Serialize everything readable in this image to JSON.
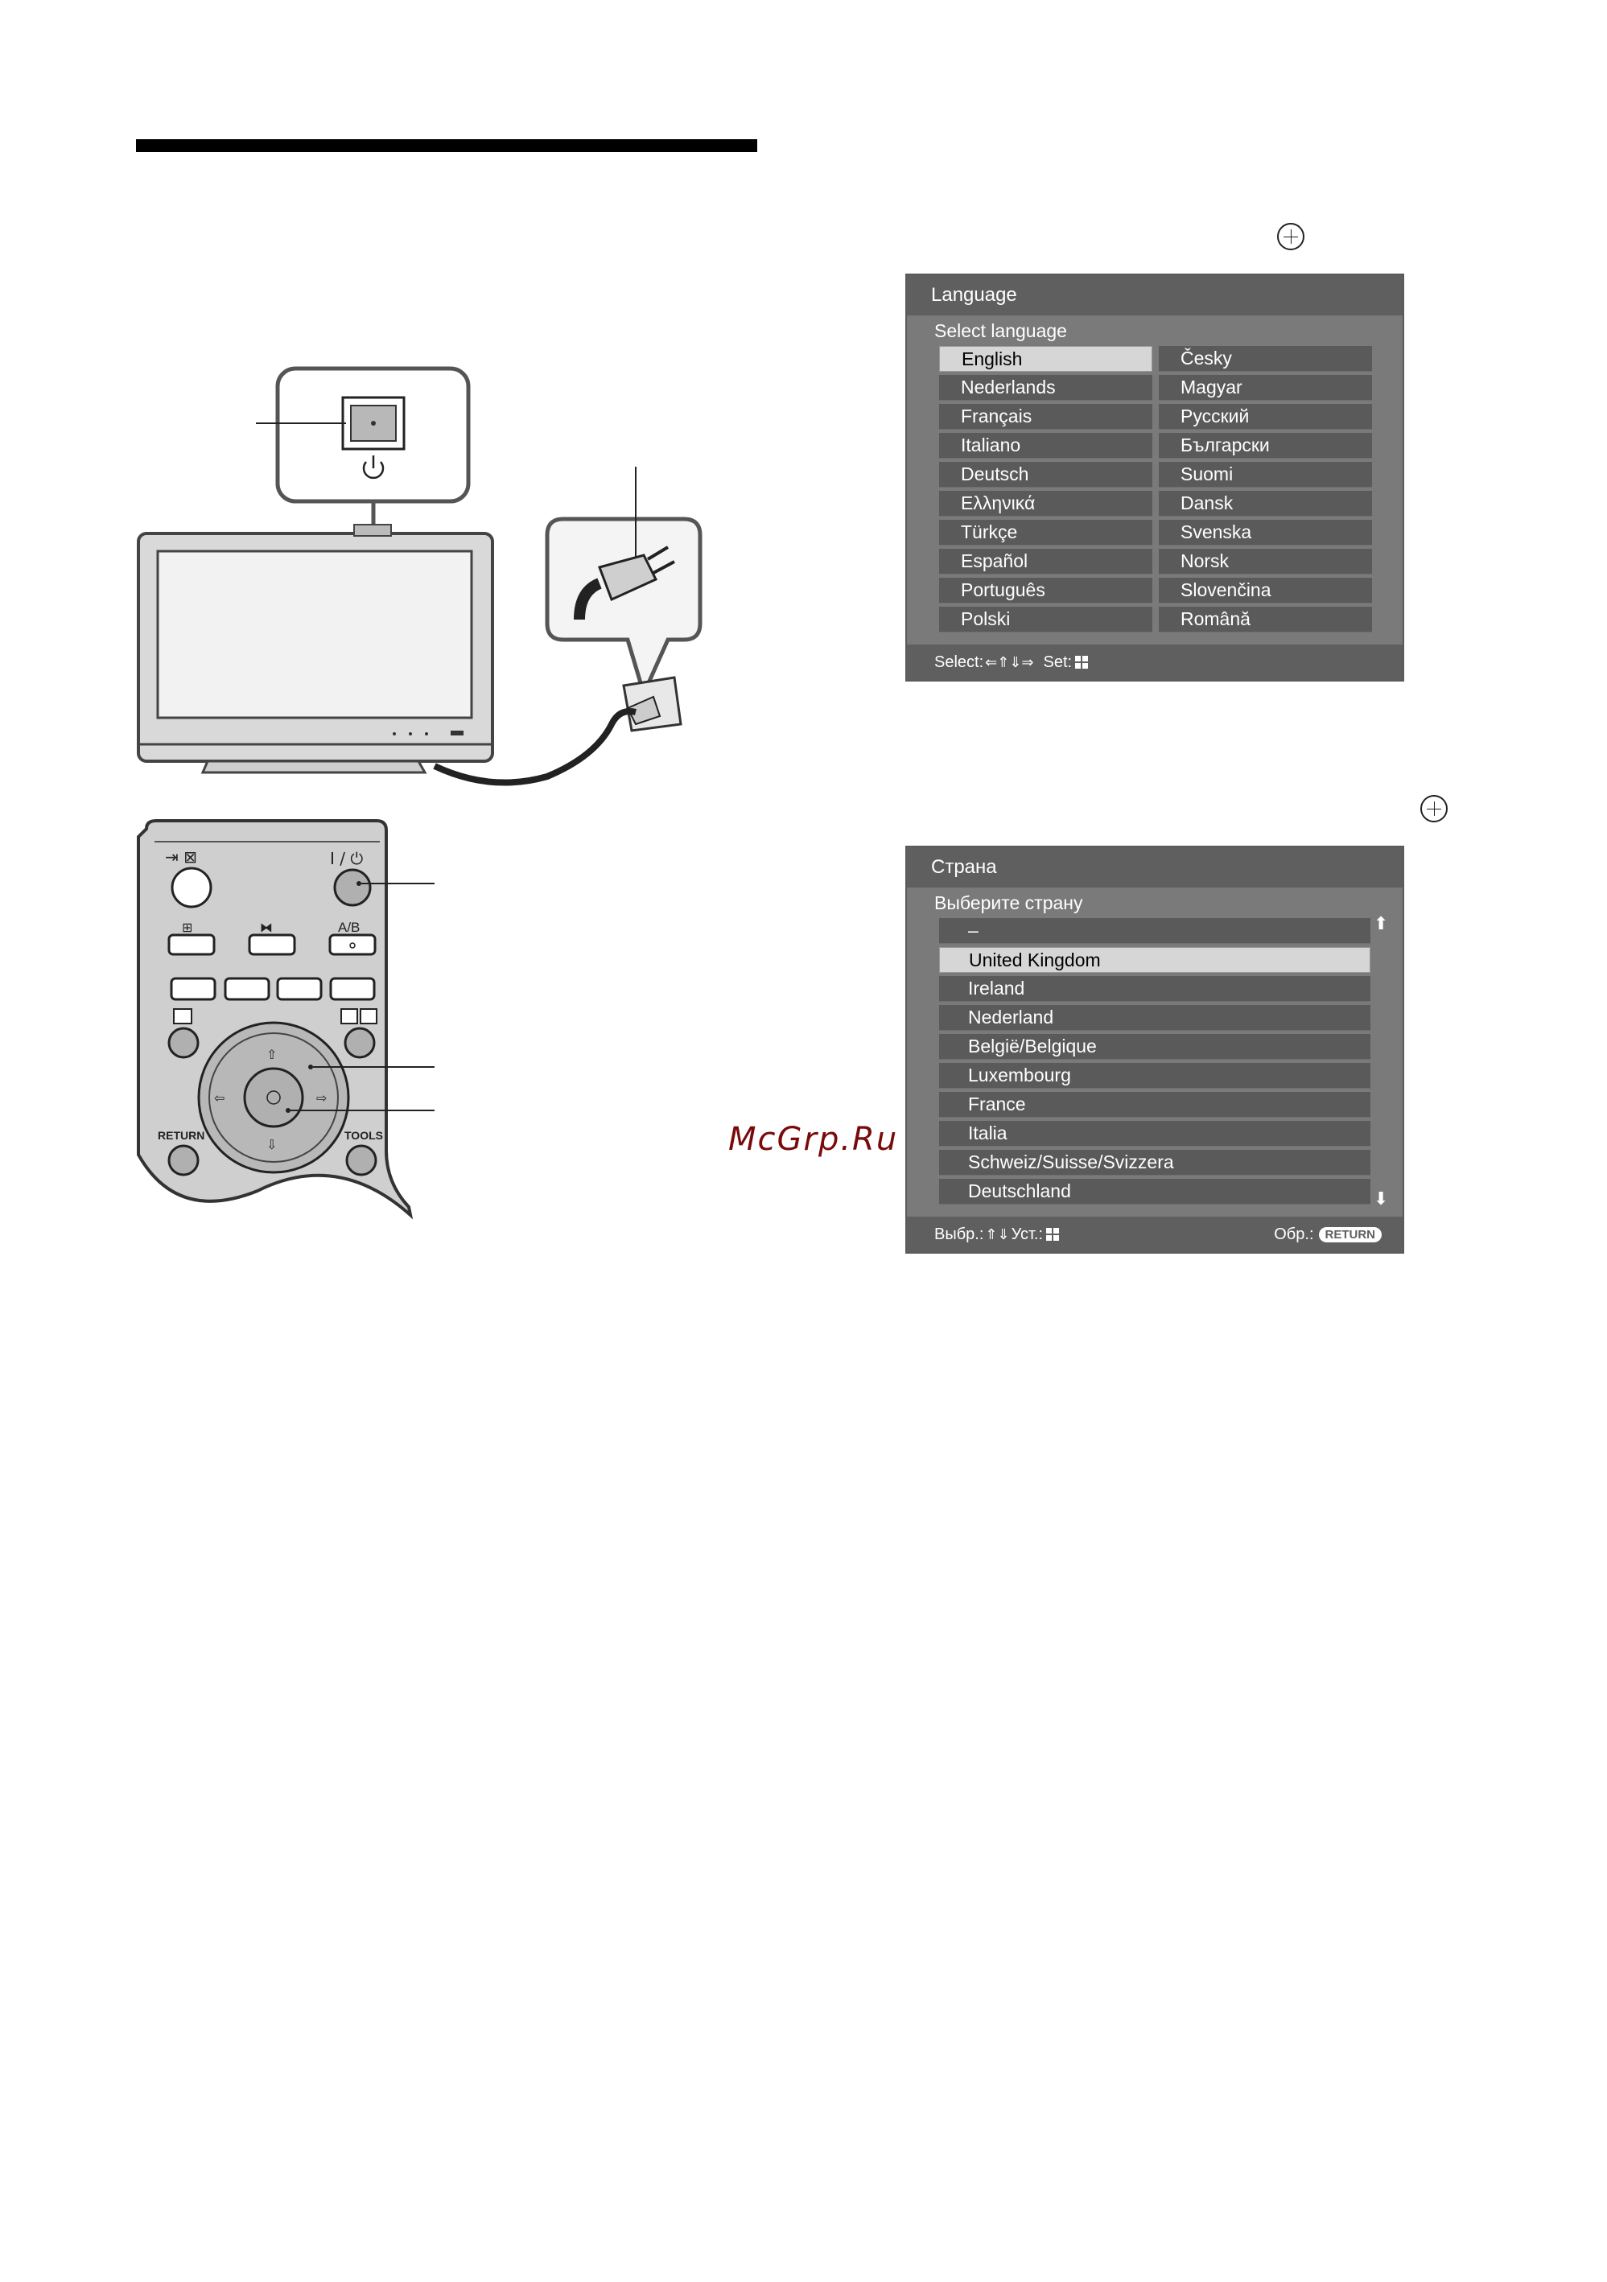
{
  "watermark": "McGrp.Ru",
  "remote_labels": {
    "io": "I / ⏻",
    "ab": "A/B",
    "return": "RETURN",
    "tools": "TOOLS"
  },
  "language_menu": {
    "title": "Language",
    "subtitle": "Select language",
    "left_items": [
      "English",
      "Nederlands",
      "Français",
      "Italiano",
      "Deutsch",
      "Ελληνικά",
      "Türkçe",
      "Español",
      "Português",
      "Polski"
    ],
    "right_items": [
      "Česky",
      "Magyar",
      "Русский",
      "Български",
      "Suomi",
      "Dansk",
      "Svenska",
      "Norsk",
      "Slovenčina",
      "Română"
    ],
    "selected": "English",
    "footer_select": "Select:",
    "footer_set": "Set:"
  },
  "country_menu": {
    "title": "Страна",
    "subtitle": "Выберите страну",
    "items": [
      "–",
      "United Kingdom",
      "Ireland",
      "Nederland",
      "België/Belgique",
      "Luxembourg",
      "France",
      "Italia",
      "Schweiz/Suisse/Svizzera",
      "Deutschland"
    ],
    "selected": "United Kingdom",
    "footer_select": "Выбр.:",
    "footer_set": "Уст.:",
    "footer_back": "Обр.:",
    "return_badge": "RETURN"
  },
  "colors": {
    "osd_bg": "#7a7a7a",
    "osd_bar": "#5f5f5f",
    "osd_item": "#5a5a5a",
    "osd_selected": "#d6d6d6",
    "watermark": "#7a0a0a"
  }
}
